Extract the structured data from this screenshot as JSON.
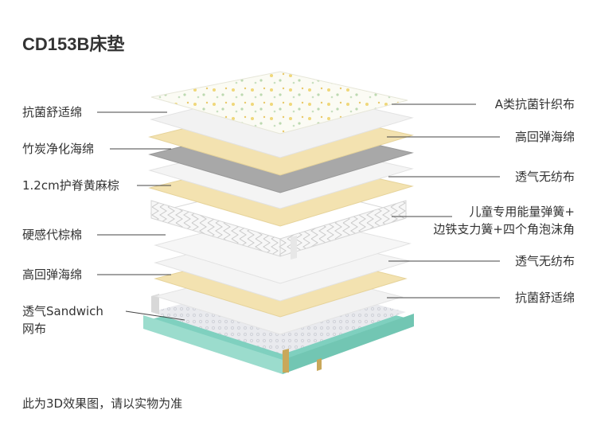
{
  "title": "CD153B床垫",
  "footnote": "此为3D效果图，请以实物为准",
  "left_labels": [
    {
      "text": "抗菌舒适绵"
    },
    {
      "text": "竹炭净化海绵"
    },
    {
      "text": "1.2cm护脊黄麻棕"
    },
    {
      "text": "硬感代棕棉"
    },
    {
      "text": "高回弹海绵"
    },
    {
      "text": "透气Sandwich",
      "text2": "网布"
    }
  ],
  "right_labels": [
    {
      "text": "A类抗菌针织布"
    },
    {
      "text": "高回弹海绵"
    },
    {
      "text": "透气无纺布"
    },
    {
      "text": "儿童专用能量弹簧+",
      "text2": "边铁支力簧+四个角泡沫角"
    },
    {
      "text": "透气无纺布"
    },
    {
      "text": "抗菌舒适绵"
    }
  ],
  "colors": {
    "cream": "#f3e2b0",
    "gray": "#a8a8a8",
    "white_layer": "#f2f2f2",
    "mesh_border": "#7fd0bf",
    "line": "#444444",
    "text": "#333333"
  }
}
